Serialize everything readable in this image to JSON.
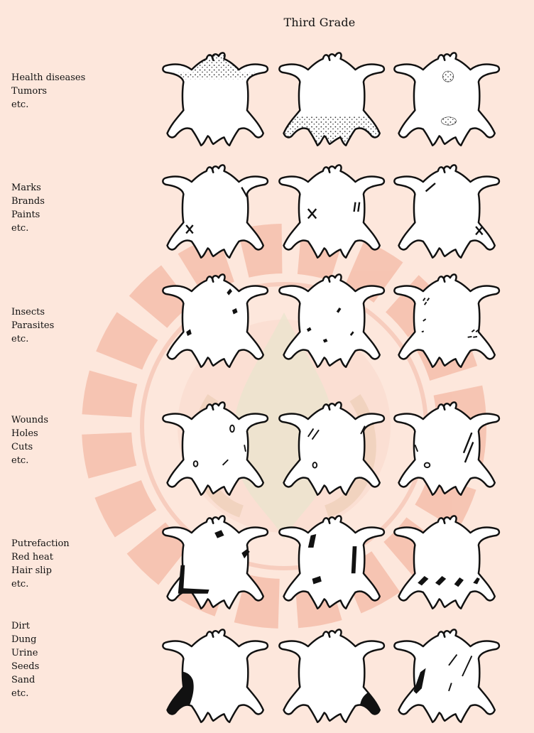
{
  "title": "Third Grade",
  "rows": [
    {
      "label": [
        "Health diseases",
        "Tumors",
        "etc."
      ]
    },
    {
      "label": [
        "Marks",
        "Brands",
        "Paints",
        "etc."
      ]
    },
    {
      "label": [
        "Insects",
        "Parasites",
        "etc."
      ]
    },
    {
      "label": [
        "Wounds",
        "Holes",
        "Cuts",
        "etc."
      ]
    },
    {
      "label": [
        "Putrefaction",
        "Red heat",
        "Hair slip",
        "etc."
      ]
    },
    {
      "label": [
        "Dirt",
        "Dung",
        "Urine",
        "Seeds",
        "Sand",
        "etc."
      ]
    }
  ],
  "colors": {
    "background": "#fde7dc",
    "hide_fill": "#ffffff",
    "outline": "#111111",
    "watermark": "#f3b6a5"
  }
}
